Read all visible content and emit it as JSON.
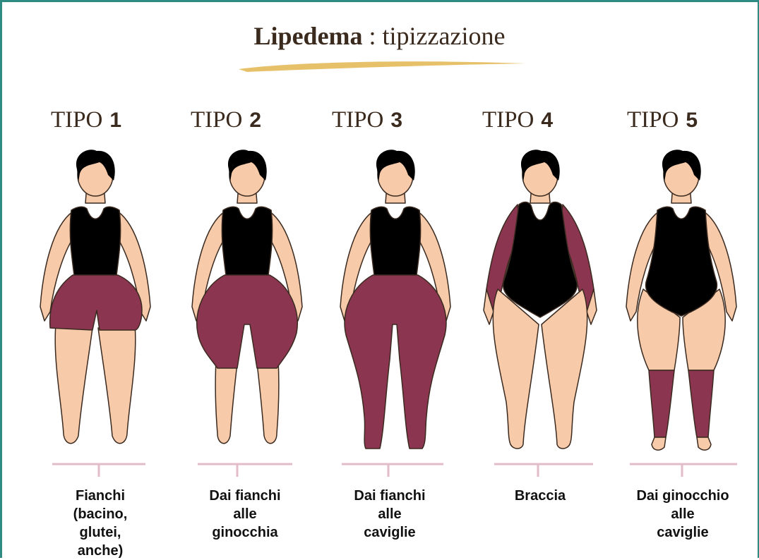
{
  "title": {
    "bold": "Lipedema",
    "rest": " : tipizzazione"
  },
  "colors": {
    "skin": "#f7caa9",
    "outline": "#3a2a20",
    "garment": "#000000",
    "affected": "#8b3550",
    "accent_line": "#e7c16a",
    "bracket": "#e2bcc8",
    "frame": "#2f8a82"
  },
  "types": [
    {
      "label": "TIPO",
      "number": "1",
      "caption": [
        "Fianchi",
        "(bacino,",
        "glutei,",
        "anche)"
      ],
      "affected_region": "hips"
    },
    {
      "label": "TIPO",
      "number": "2",
      "caption": [
        "Dai fianchi",
        "alle",
        "ginocchia"
      ],
      "affected_region": "hips-to-knees"
    },
    {
      "label": "TIPO",
      "number": "3",
      "caption": [
        "Dai fianchi",
        "alle",
        "caviglie"
      ],
      "affected_region": "hips-to-ankles"
    },
    {
      "label": "TIPO",
      "number": "4",
      "caption": [
        "Braccia"
      ],
      "affected_region": "arms"
    },
    {
      "label": "TIPO",
      "number": "5",
      "caption": [
        "Dai ginocchio",
        "alle",
        "caviglie"
      ],
      "affected_region": "knees-to-ankles"
    }
  ]
}
